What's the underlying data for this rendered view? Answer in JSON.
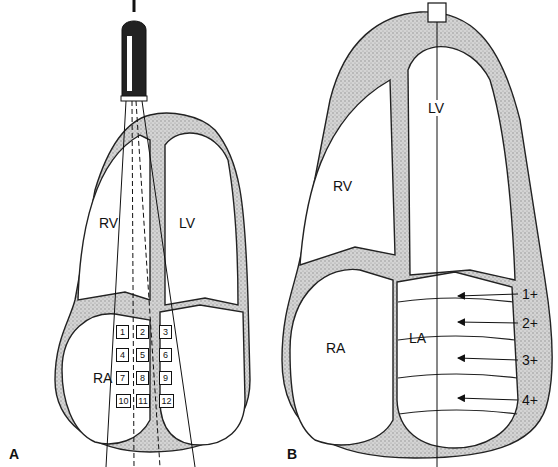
{
  "diagram": {
    "nodes": [
      {
        "text": [
          "1"
        ]
      },
      {
        "text": [
          "2"
        ]
      },
      {
        "text": [
          "3"
        ]
      },
      {
        "text": [
          "4"
        ]
      },
      {
        "text": [
          "5"
        ]
      },
      {
        "text": [
          "6"
        ]
      },
      {
        "text": [
          "7"
        ]
      },
      {
        "text": [
          "8"
        ]
      },
      {
        "text": [
          "9"
        ]
      },
      {
        "text": [
          "10"
        ]
      },
      {
        "text": [
          "11"
        ]
      },
      {
        "text": [
          "12"
        ]
      }
    ],
    "labels": [
      "RV",
      "LV",
      "RA",
      "A",
      "RV",
      "LV",
      "RA",
      "LA",
      "1+",
      "2+",
      "3+",
      "4+",
      "B"
    ]
  }
}
